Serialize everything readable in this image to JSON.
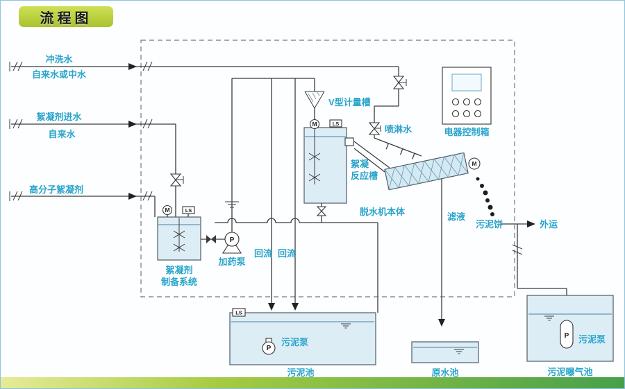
{
  "title": "流程图",
  "colors": {
    "label": "#2aa4cb",
    "line": "#3b3b3b",
    "tank_fill": "#dcedf6",
    "badge": "#bcd23c",
    "strip_start": "#e6eb97",
    "strip_end": "#47a04b"
  },
  "inputs": [
    {
      "line1": "冲洗水",
      "line2": "自来水或中水"
    },
    {
      "line1": "絮凝剂进水",
      "line2": "自来水"
    },
    {
      "line1": "高分子絮凝剂",
      "line2": ""
    }
  ],
  "labels": {
    "v_tank": "V型计量槽",
    "spray_water": "喷淋水",
    "control_box": "电器控制箱",
    "reaction_tank_1": "絮凝",
    "reaction_tank_2": "反应槽",
    "dewaterer": "脱水机本体",
    "filtrate": "滤液",
    "sludge_cake": "污泥饼",
    "haul_away": "外运",
    "prep_system_1": "絮凝剂",
    "prep_system_2": "制备系统",
    "dosing_pump": "加药泵",
    "reflux_1": "回流",
    "reflux_2": "回流",
    "sludge_pump_pool": "污泥泵",
    "sludge_pool": "污泥池",
    "raw_water_pool": "原水池",
    "sludge_pump_aeration": "污泥泵",
    "aeration_pool": "污泥曝气池"
  },
  "tags": {
    "level_switch": "LS",
    "motor": "M",
    "pump": "P"
  }
}
